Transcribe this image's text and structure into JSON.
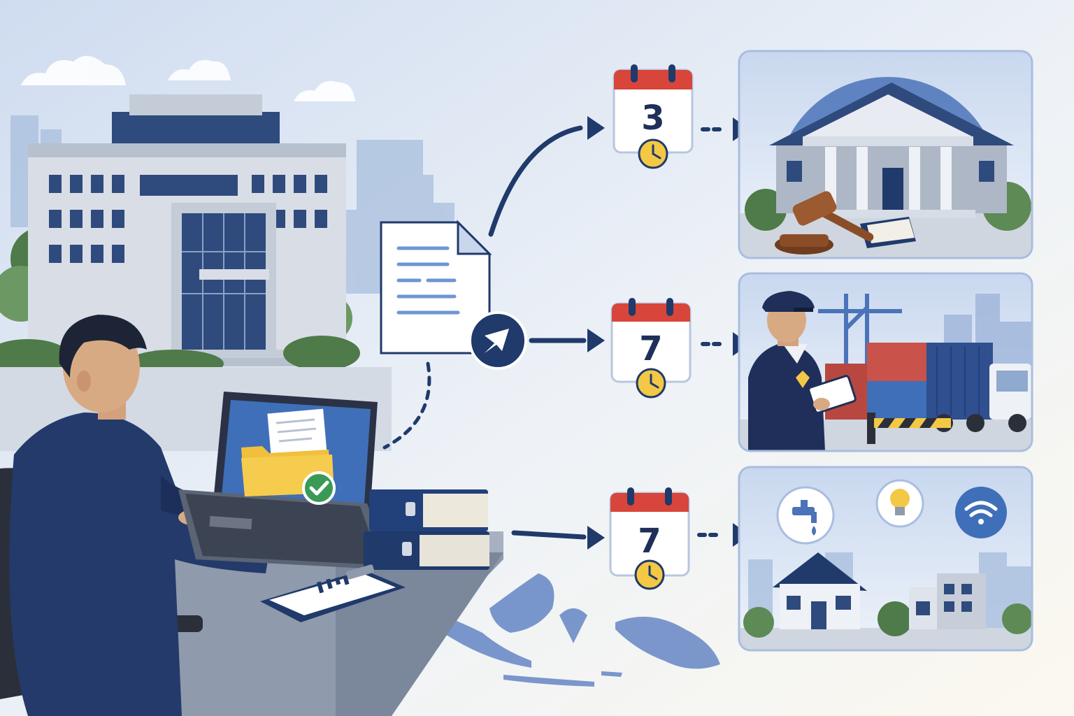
{
  "calendars": [
    {
      "number": "3"
    },
    {
      "number": "7"
    },
    {
      "number": "7"
    }
  ],
  "panels": [
    {
      "subject": "courthouse-with-gavel"
    },
    {
      "subject": "customs-officer-at-port"
    },
    {
      "subject": "utilities-water-electricity-internet"
    }
  ],
  "icons": [
    "document-icon",
    "send-icon",
    "calendar-icon",
    "clock-icon",
    "check-icon",
    "folder-icon",
    "water-tap-icon",
    "light-bulb-icon",
    "wifi-icon",
    "gavel-icon"
  ],
  "colors": {
    "navy": "#1f3a6b",
    "calendar_red": "#d8453b",
    "clock_yellow": "#f3c845",
    "check_green": "#3a9a55",
    "folder_yellow": "#f0bf3c",
    "panel_border": "#a9bde0",
    "sky": "#d6e2f3"
  }
}
